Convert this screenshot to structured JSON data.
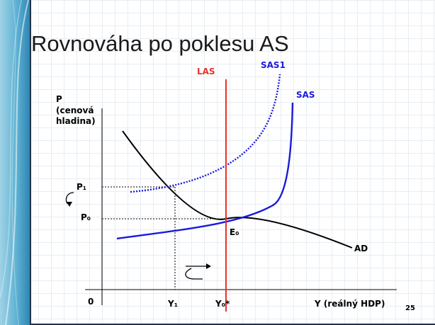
{
  "title": "Rovnováha po poklesu AS",
  "page_number": "25",
  "colors": {
    "las": "#e8322a",
    "sas": "#1a1adb",
    "ad": "#000000",
    "guides": "#000000"
  },
  "axes": {
    "y_label_lines": [
      "P",
      "(cenová",
      "hladina)"
    ],
    "x_label": "Y (reálný HDP)",
    "origin": "0"
  },
  "curves": {
    "las": "LAS",
    "sas1": "SAS1",
    "sas": "SAS",
    "ad": "AD"
  },
  "points": {
    "p1": "P₁",
    "p0": "P₀",
    "e0": "E₀",
    "y1": "Y₁",
    "y0": "Y₀*"
  },
  "icons": {
    "price_arrow": "curved-down-arrow-icon",
    "output_arrow": "curved-right-arrow-icon"
  }
}
